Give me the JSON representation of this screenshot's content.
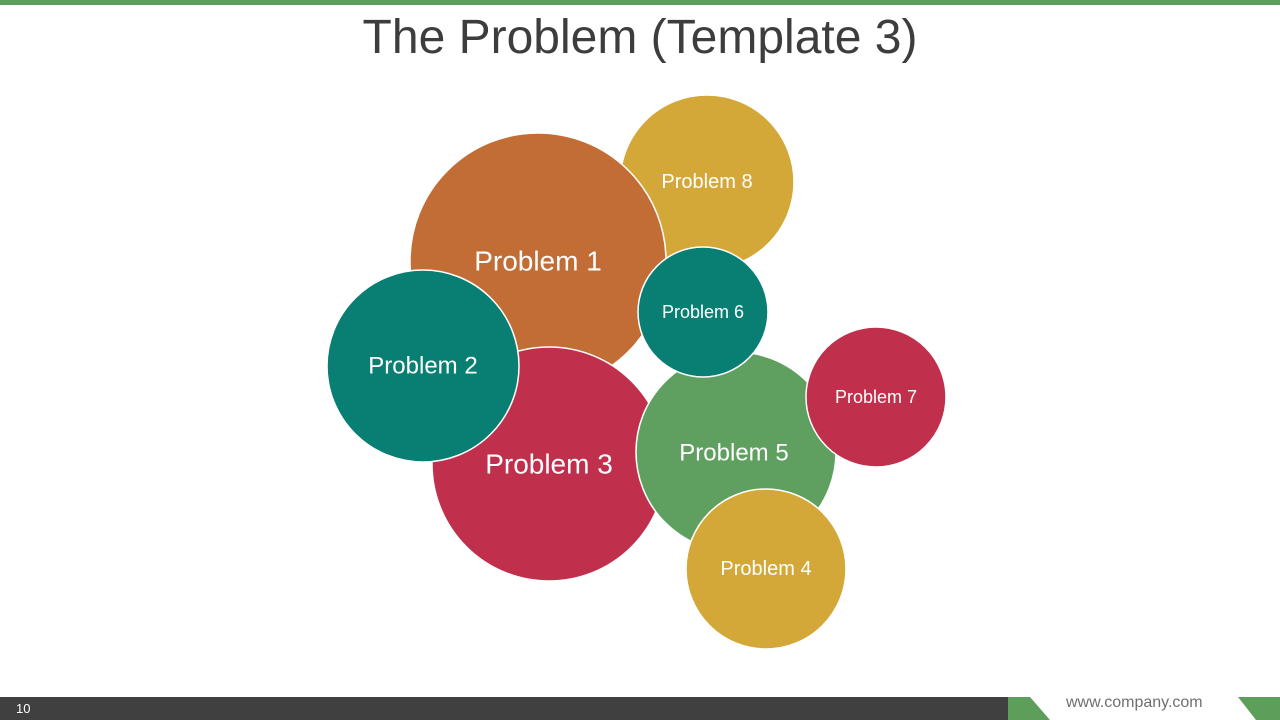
{
  "slide": {
    "title": "The Problem (Template 3)",
    "page_number": "10",
    "footer_url": "www.company.com"
  },
  "colors": {
    "accent_green": "#5e9e5b",
    "footer_dark": "#404040",
    "orange": "#c16d35",
    "gold": "#d4a838",
    "teal": "#097f73",
    "crimson": "#c0304c",
    "green": "#5fa060"
  },
  "bubbles": [
    {
      "id": "problem-8",
      "label": "Problem 8",
      "color": "#d4a838"
    },
    {
      "id": "problem-1",
      "label": "Problem 1",
      "color": "#c16d35"
    },
    {
      "id": "problem-3",
      "label": "Problem 3",
      "color": "#c0304c"
    },
    {
      "id": "problem-5",
      "label": "Problem 5",
      "color": "#5fa060"
    },
    {
      "id": "problem-7",
      "label": "Problem 7",
      "color": "#c0304c"
    },
    {
      "id": "problem-4",
      "label": "Problem 4",
      "color": "#d4a838"
    },
    {
      "id": "problem-2",
      "label": "Problem 2",
      "color": "#097f73"
    },
    {
      "id": "problem-6",
      "label": "Problem 6",
      "color": "#097f73"
    }
  ]
}
